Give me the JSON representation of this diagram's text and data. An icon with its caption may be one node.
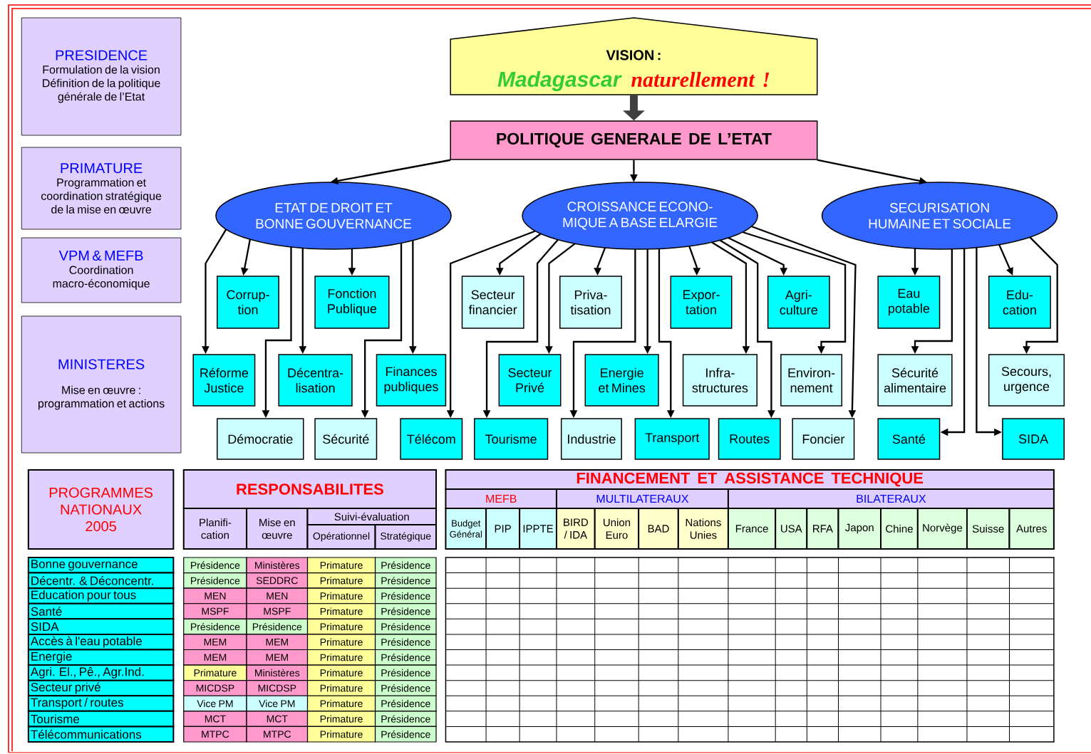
{
  "diagram": {
    "nodes": [
      {
        "text": [
          "PRESIDENCE",
          "Formulation de la vision Définition de la politique générale de l’Etat"
        ]
      },
      {
        "text": [
          "PRIMATURE",
          "Programmation et coordination stratégique de la mise en œuvre"
        ]
      },
      {
        "text": [
          "VPM & MEFB",
          "Coordination macro-économique"
        ]
      },
      {
        "text": [
          "MINISTERES",
          "Mise en œuvre : programmation et actions"
        ]
      },
      {
        "text": [
          "VISION :",
          "Madagascar",
          "naturellement !"
        ]
      },
      {
        "text": [
          "POLITIQUE GENERALE DE L’ETAT"
        ]
      },
      {
        "text": [
          "ETAT DE DROIT ET BONNE GOUVERNANCE"
        ]
      },
      {
        "text": [
          "CROISSANCE ECONO- MIQUE A BASE ELARGIE"
        ]
      },
      {
        "text": [
          "SECURISATION HUMAINE ET SOCIALE"
        ]
      },
      {
        "text": [
          "Corrup- tion"
        ]
      },
      {
        "text": [
          "Fonction Publique"
        ]
      },
      {
        "text": [
          "Secteur financier"
        ]
      },
      {
        "text": [
          "Priva- tisation"
        ]
      },
      {
        "text": [
          "Expor- tation"
        ]
      },
      {
        "text": [
          "Agri- culture"
        ]
      },
      {
        "text": [
          "Eau potable"
        ]
      },
      {
        "text": [
          "Edu- cation"
        ]
      },
      {
        "text": [
          "Réforme Justice"
        ]
      },
      {
        "text": [
          "Décentra- lisation"
        ]
      },
      {
        "text": [
          "Finances publiques"
        ]
      },
      {
        "text": [
          "Secteur Privé"
        ]
      },
      {
        "text": [
          "Energie et Mines"
        ]
      },
      {
        "text": [
          "Infra- structures"
        ]
      },
      {
        "text": [
          "Environ- nement"
        ]
      },
      {
        "text": [
          "Sécurité alimentaire"
        ]
      },
      {
        "text": [
          "Secours, urgence"
        ]
      },
      {
        "text": [
          "Démocratie"
        ]
      },
      {
        "text": [
          "Sécurité"
        ]
      },
      {
        "text": [
          "Télécom"
        ]
      },
      {
        "text": [
          "Tourisme"
        ]
      },
      {
        "text": [
          "Industrie"
        ]
      },
      {
        "text": [
          "Transport"
        ]
      },
      {
        "text": [
          "Routes"
        ]
      },
      {
        "text": [
          "Foncier"
        ]
      },
      {
        "text": [
          "Santé"
        ]
      },
      {
        "text": [
          "SIDA"
        ]
      },
      {
        "text": [
          "PROGRAMMES NATIONAUX 2005"
        ]
      }
    ],
    "edges": [
      {
        "from": 4,
        "to": 5,
        "arrow": "to",
        "style": "thick",
        "color": "#404040"
      },
      {
        "from": 5,
        "to": 6,
        "arrow": "to"
      },
      {
        "from": 5,
        "to": 7,
        "arrow": "to"
      },
      {
        "from": 5,
        "to": 8,
        "arrow": "to"
      },
      {
        "from": 6,
        "to": 17,
        "arrow": "to"
      },
      {
        "from": 6,
        "to": 9,
        "arrow": "to"
      },
      {
        "from": 6,
        "to": 26,
        "arrow": "to"
      },
      {
        "from": 6,
        "to": 18,
        "arrow": "to"
      },
      {
        "from": 6,
        "to": 10,
        "arrow": "to"
      },
      {
        "from": 6,
        "to": 27,
        "arrow": "to"
      },
      {
        "from": 6,
        "to": 19,
        "arrow": "to"
      },
      {
        "from": 7,
        "to": 28,
        "arrow": "to"
      },
      {
        "from": 7,
        "to": 11,
        "arrow": "to"
      },
      {
        "from": 7,
        "to": 29,
        "arrow": "to"
      },
      {
        "from": 7,
        "to": 20,
        "arrow": "to"
      },
      {
        "from": 7,
        "to": 12,
        "arrow": "to"
      },
      {
        "from": 7,
        "to": 30,
        "arrow": "to"
      },
      {
        "from": 7,
        "to": 21,
        "arrow": "to"
      },
      {
        "from": 7,
        "to": 31,
        "arrow": "to"
      },
      {
        "from": 7,
        "to": 13,
        "arrow": "to"
      },
      {
        "from": 7,
        "to": 22,
        "arrow": "to"
      },
      {
        "from": 7,
        "to": 32,
        "arrow": "to"
      },
      {
        "from": 7,
        "to": 14,
        "arrow": "to"
      },
      {
        "from": 7,
        "to": 23,
        "arrow": "to"
      },
      {
        "from": 7,
        "to": 33,
        "arrow": "to"
      },
      {
        "from": 8,
        "to": 15,
        "arrow": "to"
      },
      {
        "from": 8,
        "to": 24,
        "arrow": "to"
      },
      {
        "from": 8,
        "to": 34,
        "arrow": "to"
      },
      {
        "from": 8,
        "to": 35,
        "arrow": "to"
      },
      {
        "from": 8,
        "to": 16,
        "arrow": "to"
      },
      {
        "from": 8,
        "to": 25,
        "arrow": "to"
      }
    ],
    "labels": [
      "RESPONSABILITES",
      "Planifi- cation",
      "Mise en œuvre",
      "Suivi-évaluation",
      "Opérationnel",
      "Stratégique",
      "FINANCEMENT ET ASSISTANCE TECHNIQUE",
      "MEFB",
      "MULTILATERAUX",
      "BILATERAUX",
      "Budget Général",
      "PIP",
      "IPPTE",
      "BIRD / IDA",
      "Union Euro",
      "BAD",
      "Nations Unies",
      "France",
      "USA",
      "RFA",
      "Japon",
      "Chine",
      "Norvège",
      "Suisse",
      "Autres",
      "Bonne gouvernance",
      "Présidence",
      "Ministères",
      "Primature",
      "Présidence",
      "Décentr. & Déconcentr.",
      "Présidence",
      "SEDDRC",
      "Primature",
      "Présidence",
      "Education pour tous",
      "MEN",
      "MEN",
      "Primature",
      "Présidence",
      "Santé",
      "MSPF",
      "MSPF",
      "Primature",
      "Présidence",
      "SIDA",
      "Présidence",
      "Présidence",
      "Primature",
      "Présidence",
      "Accès à l'eau potable",
      "MEM",
      "MEM",
      "Primature",
      "Présidence",
      "Energie",
      "MEM",
      "MEM",
      "Primature",
      "Présidence",
      "Agri. El., Pê., Agr.Ind.",
      "Primature",
      "Ministères",
      "Primature",
      "Présidence",
      "Secteur privé",
      "MICDSP",
      "MICDSP",
      "Primature",
      "Présidence",
      "Transport / routes",
      "Vice PM",
      "Vice PM",
      "Primature",
      "Présidence",
      "Tourisme",
      "MCT",
      "MCT",
      "Primature",
      "Présidence",
      "Télécommunications",
      "MTPC",
      "MTPC",
      "Primature",
      "Présidence"
    ]
  }
}
